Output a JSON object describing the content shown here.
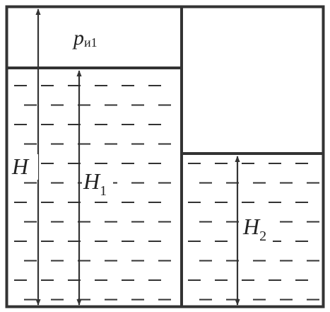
{
  "labels": {
    "pressure": {
      "main": "p",
      "sub": "и1"
    },
    "H": {
      "main": "H"
    },
    "H1": {
      "main": "H",
      "sub": "1"
    },
    "H2": {
      "main": "H",
      "sub": "2"
    }
  },
  "colors": {
    "line": "#333333",
    "text": "#222222",
    "background": "#ffffff"
  }
}
